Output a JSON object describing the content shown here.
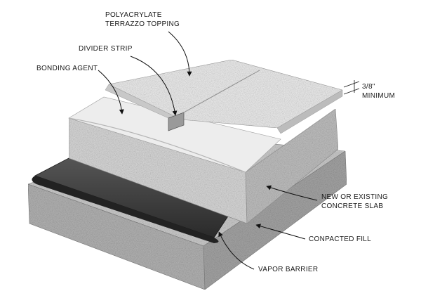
{
  "labels": {
    "topping_line1": "POLYACRYLATE",
    "topping_line2": "TERRAZZO TOPPING",
    "divider_strip": "DIVIDER STRIP",
    "bonding_agent": "BONDING AGENT",
    "thickness_value": "3/8\"",
    "thickness_note": "MINIMUM",
    "slab_line1": "NEW OR EXISTING",
    "slab_line2": "CONCRETE SLAB",
    "compacted_fill": "CONPACTED FILL",
    "vapor_barrier": "VAPOR BARRIER"
  },
  "colors": {
    "topping": "#e3e3e3",
    "bonding": "#ededed",
    "slab_front": "#cfcfcf",
    "slab_side": "#bdbdbd",
    "fill_front": "#b0b0b0",
    "fill_top": "#c4c4c4",
    "barrier": "#3a3a3a",
    "text": "#1a1a1a"
  }
}
